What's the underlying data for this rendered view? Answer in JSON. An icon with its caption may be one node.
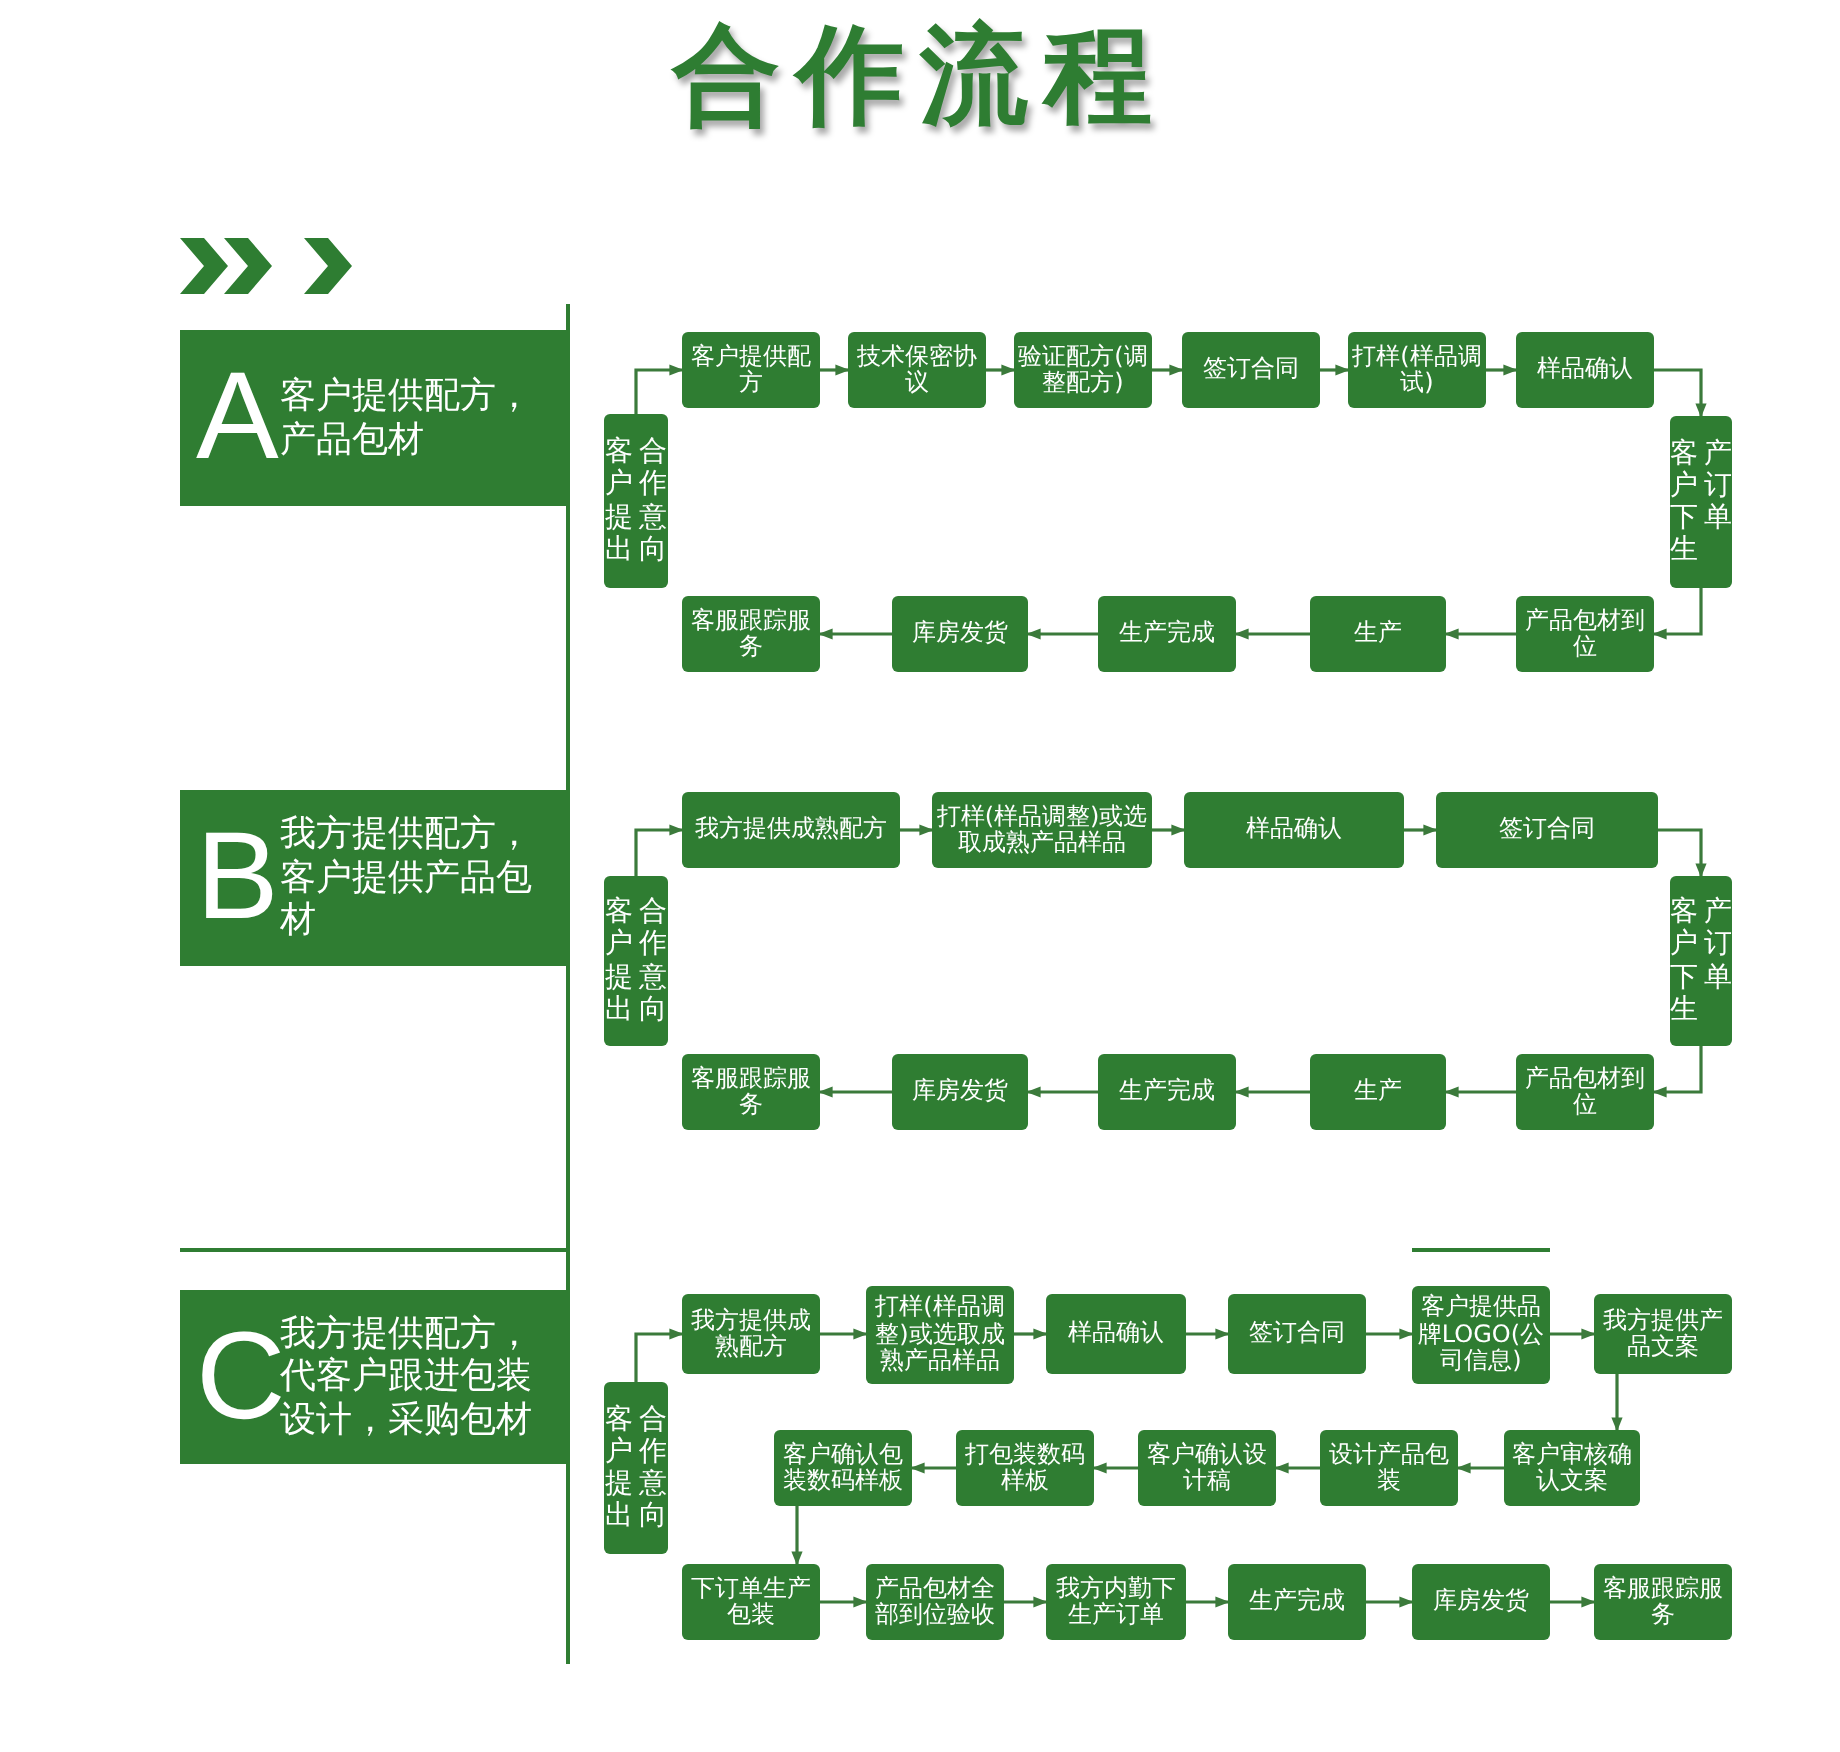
{
  "diagram": {
    "title": "合作流程",
    "nodes": [
      {
        "text": [
          "A",
          "客户提供配方，产品包材"
        ]
      },
      {
        "text": [
          "客户提出合作意向"
        ]
      },
      {
        "text": [
          "客户提供配方"
        ]
      },
      {
        "text": [
          "技术保密协议"
        ]
      },
      {
        "text": [
          "验证配方(调整配方)"
        ]
      },
      {
        "text": [
          "签订合同"
        ]
      },
      {
        "text": [
          "打样(样品调试)"
        ]
      },
      {
        "text": [
          "样品确认"
        ]
      },
      {
        "text": [
          "客户下生产订单"
        ]
      },
      {
        "text": [
          "产品包材到位"
        ]
      },
      {
        "text": [
          "生产"
        ]
      },
      {
        "text": [
          "生产完成"
        ]
      },
      {
        "text": [
          "库房发货"
        ]
      },
      {
        "text": [
          "客服跟踪服务"
        ]
      },
      {
        "text": [
          "B",
          "我方提供配方，客户提供产品包材"
        ]
      },
      {
        "text": [
          "客户提出合作意向"
        ]
      },
      {
        "text": [
          "我方提供成熟配方"
        ]
      },
      {
        "text": [
          "打样(样品调整)或选取成熟产品样品"
        ]
      },
      {
        "text": [
          "样品确认"
        ]
      },
      {
        "text": [
          "签订合同"
        ]
      },
      {
        "text": [
          "客户下生产订单"
        ]
      },
      {
        "text": [
          "产品包材到位"
        ]
      },
      {
        "text": [
          "生产"
        ]
      },
      {
        "text": [
          "生产完成"
        ]
      },
      {
        "text": [
          "库房发货"
        ]
      },
      {
        "text": [
          "客服跟踪服务"
        ]
      },
      {
        "text": [
          "C",
          "我方提供配方，代客户跟进包装设计，采购包材"
        ]
      },
      {
        "text": [
          "客户提出合作意向"
        ]
      },
      {
        "text": [
          "我方提供成熟配方"
        ]
      },
      {
        "text": [
          "打样(样品调整)或选取成熟产品样品"
        ]
      },
      {
        "text": [
          "样品确认"
        ]
      },
      {
        "text": [
          "签订合同"
        ]
      },
      {
        "text": [
          "客户提供品牌LOGO(公司信息)"
        ]
      },
      {
        "text": [
          "我方提供产品文案"
        ]
      },
      {
        "text": [
          "客户审核确认文案"
        ]
      },
      {
        "text": [
          "设计产品包装"
        ]
      },
      {
        "text": [
          "客户确认设计稿"
        ]
      },
      {
        "text": [
          "打包装数码样板"
        ]
      },
      {
        "text": [
          "客户确认包装数码样板"
        ]
      },
      {
        "text": [
          "下订单生产包装"
        ]
      },
      {
        "text": [
          "产品包材全部到位验收"
        ]
      },
      {
        "text": [
          "我方内勤下生产订单"
        ]
      },
      {
        "text": [
          "生产完成"
        ]
      },
      {
        "text": [
          "库房发货"
        ]
      },
      {
        "text": [
          "客服跟踪服务"
        ]
      }
    ],
    "edges": [
      {
        "from": 1,
        "to": 2,
        "arrow": "to"
      },
      {
        "from": 2,
        "to": 3,
        "arrow": "to"
      },
      {
        "from": 3,
        "to": 4,
        "arrow": "to"
      },
      {
        "from": 4,
        "to": 5,
        "arrow": "to"
      },
      {
        "from": 5,
        "to": 6,
        "arrow": "to"
      },
      {
        "from": 6,
        "to": 7,
        "arrow": "to"
      },
      {
        "from": 7,
        "to": 8,
        "arrow": "to"
      },
      {
        "from": 8,
        "to": 9,
        "arrow": "to"
      },
      {
        "from": 9,
        "to": 10,
        "arrow": "to"
      },
      {
        "from": 10,
        "to": 11,
        "arrow": "to"
      },
      {
        "from": 11,
        "to": 12,
        "arrow": "to"
      },
      {
        "from": 12,
        "to": 13,
        "arrow": "to"
      },
      {
        "from": 15,
        "to": 16,
        "arrow": "to"
      },
      {
        "from": 16,
        "to": 17,
        "arrow": "to"
      },
      {
        "from": 17,
        "to": 18,
        "arrow": "to"
      },
      {
        "from": 18,
        "to": 19,
        "arrow": "to"
      },
      {
        "from": 19,
        "to": 20,
        "arrow": "to"
      },
      {
        "from": 20,
        "to": 21,
        "arrow": "to"
      },
      {
        "from": 21,
        "to": 22,
        "arrow": "to"
      },
      {
        "from": 22,
        "to": 23,
        "arrow": "to"
      },
      {
        "from": 23,
        "to": 24,
        "arrow": "to"
      },
      {
        "from": 24,
        "to": 25,
        "arrow": "to"
      },
      {
        "from": 27,
        "to": 28,
        "arrow": "to"
      },
      {
        "from": 28,
        "to": 29,
        "arrow": "to"
      },
      {
        "from": 29,
        "to": 30,
        "arrow": "to"
      },
      {
        "from": 30,
        "to": 31,
        "arrow": "to"
      },
      {
        "from": 31,
        "to": 32,
        "arrow": "to"
      },
      {
        "from": 32,
        "to": 33,
        "arrow": "to"
      },
      {
        "from": 33,
        "to": 34,
        "arrow": "to"
      },
      {
        "from": 34,
        "to": 35,
        "arrow": "to"
      },
      {
        "from": 35,
        "to": 36,
        "arrow": "to"
      },
      {
        "from": 36,
        "to": 37,
        "arrow": "to"
      },
      {
        "from": 37,
        "to": 38,
        "arrow": "to"
      },
      {
        "from": 38,
        "to": 39,
        "arrow": "to"
      },
      {
        "from": 39,
        "to": 40,
        "arrow": "to"
      },
      {
        "from": 40,
        "to": 41,
        "arrow": "to"
      },
      {
        "from": 41,
        "to": 42,
        "arrow": "to"
      },
      {
        "from": 42,
        "to": 43,
        "arrow": "to"
      },
      {
        "from": 43,
        "to": 44,
        "arrow": "to"
      }
    ]
  }
}
